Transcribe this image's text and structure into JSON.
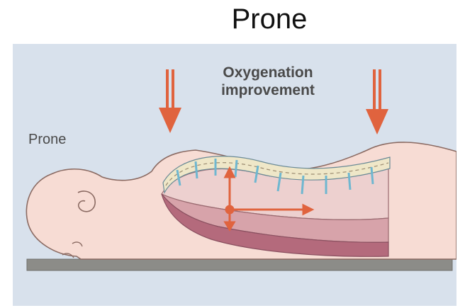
{
  "slide": {
    "title": "Prone"
  },
  "figure": {
    "position_label": "Prone",
    "caption_line1": "Oxygenation",
    "caption_line2": "improvement",
    "colors": {
      "background": "#d8e1ec",
      "skin": "#f7dcd4",
      "arrow": "#e0633e",
      "table": "#8c8c88",
      "lung_dark": "#b46a7c",
      "spine": "#7fc1d6"
    }
  }
}
